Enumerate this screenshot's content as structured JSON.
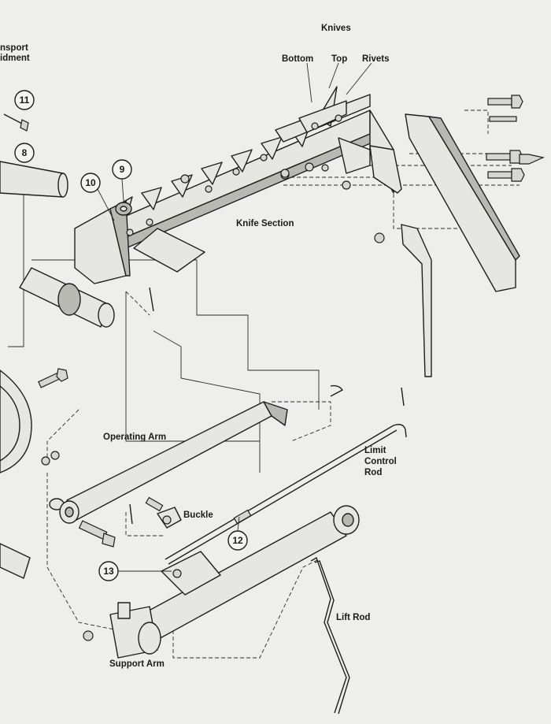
{
  "labels": {
    "knives": "Knives",
    "bottom": "Bottom",
    "top": "Top",
    "rivets": "Rivets",
    "knife_section": "Knife Section",
    "operating_arm": "Operating Arm",
    "limit_control_rod_1": "Limit",
    "limit_control_rod_2": "Control",
    "limit_control_rod_3": "Rod",
    "buckle": "Buckle",
    "lift_rod": "Lift Rod",
    "support_arm": "Support Arm",
    "transport_1": "nsport",
    "transport_2": "idment"
  },
  "callouts": {
    "c8": "8",
    "c9": "9",
    "c10": "10",
    "c11": "11",
    "c12": "12",
    "c13": "13"
  },
  "colors": {
    "paper": "#eeeeec",
    "ink": "#1e1e1e"
  }
}
